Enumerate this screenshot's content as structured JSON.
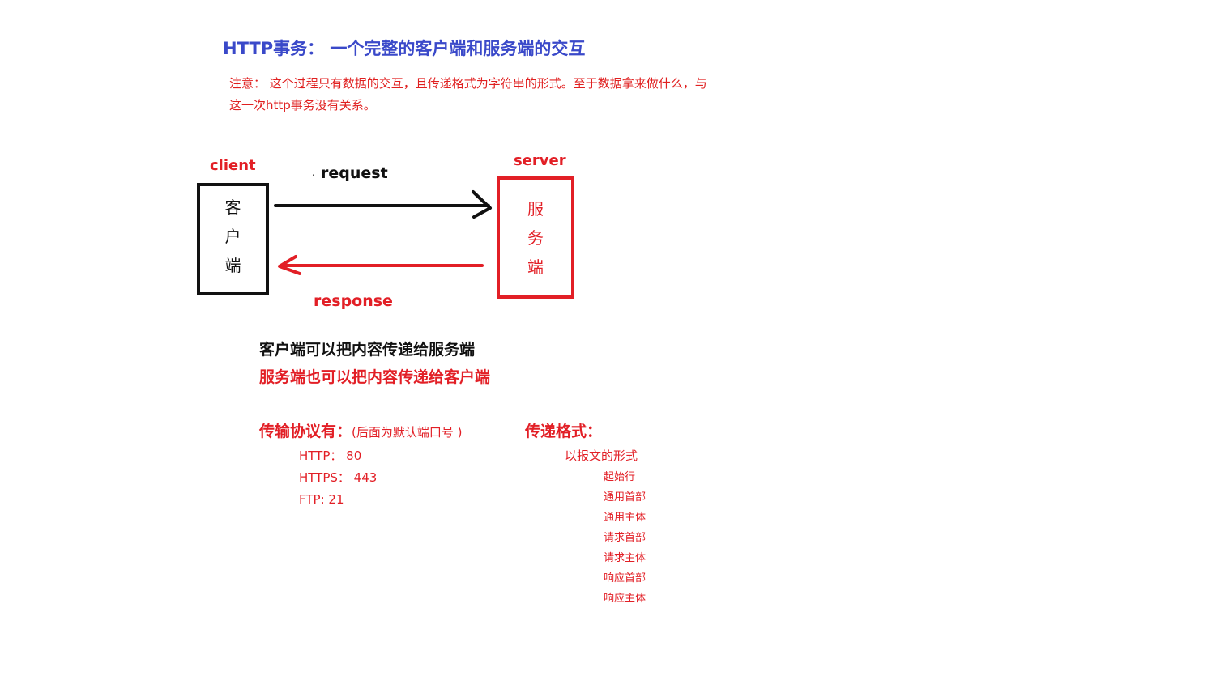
{
  "title": "HTTP事务： 一个完整的客户端和服务端的交互",
  "note": "注意： 这个过程只有数据的交互，且传递格式为字符串的形式。至于数据拿来做什么，与这一次http事务没有关系。",
  "client": {
    "label": "client",
    "chars": [
      "客",
      "户",
      "端"
    ]
  },
  "server": {
    "label": "server",
    "chars": [
      "服",
      "务",
      "端"
    ]
  },
  "arrows": {
    "dot": ".",
    "request": "request",
    "response": "response"
  },
  "sentences": {
    "line1": "客户端可以把内容传递给服务端",
    "line2": "服务端也可以把内容传递给客户端"
  },
  "protocols": {
    "heading": "传输协议有：",
    "subheading": "(后面为默认端口号 )",
    "items": [
      "HTTP： 80",
      "HTTPS： 443",
      "FTP: 21"
    ]
  },
  "format": {
    "heading": "传递格式：",
    "subheading": "以报文的形式",
    "items": [
      "起始行",
      "通用首部",
      "通用主体",
      "请求首部",
      "请求主体",
      "响应首部",
      "响应主体"
    ]
  },
  "colors": {
    "title": "#3a49c9",
    "red": "#e21f26",
    "black": "#111111"
  }
}
